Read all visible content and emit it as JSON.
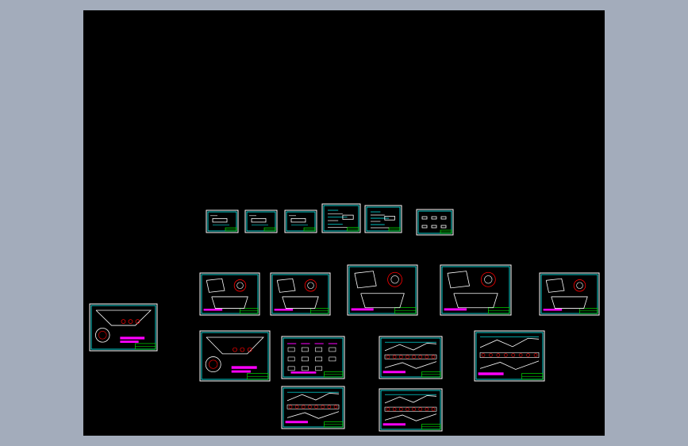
{
  "viewport": {
    "background": "#a3acbb",
    "canvas_background": "#000000"
  },
  "colors": {
    "frame": "#ffffff",
    "border": "#00ffff",
    "geometry": "#ffffff",
    "accent": "#ff00ff",
    "highlight": "#ff0000",
    "detail": "#00ff00"
  },
  "sheets": [
    {
      "id": "sheet-01",
      "kind": "small-frame"
    },
    {
      "id": "sheet-02",
      "kind": "small-frame"
    },
    {
      "id": "sheet-03",
      "kind": "small-frame"
    },
    {
      "id": "sheet-04",
      "kind": "text-frame"
    },
    {
      "id": "sheet-05",
      "kind": "text-frame"
    },
    {
      "id": "sheet-06",
      "kind": "parts-frame"
    },
    {
      "id": "sheet-07",
      "kind": "assembly-side"
    },
    {
      "id": "sheet-08",
      "kind": "assembly-front"
    },
    {
      "id": "sheet-09",
      "kind": "assembly-front"
    },
    {
      "id": "sheet-10",
      "kind": "assembly-front"
    },
    {
      "id": "sheet-11",
      "kind": "assembly-front"
    },
    {
      "id": "sheet-12",
      "kind": "assembly-front"
    },
    {
      "id": "sheet-13",
      "kind": "assembly-side"
    },
    {
      "id": "sheet-14",
      "kind": "parts-table"
    },
    {
      "id": "sheet-15",
      "kind": "conveyor"
    },
    {
      "id": "sheet-16",
      "kind": "conveyor"
    },
    {
      "id": "sheet-17",
      "kind": "parts-table"
    },
    {
      "id": "sheet-18",
      "kind": "conveyor"
    },
    {
      "id": "sheet-19",
      "kind": "conveyor"
    }
  ]
}
